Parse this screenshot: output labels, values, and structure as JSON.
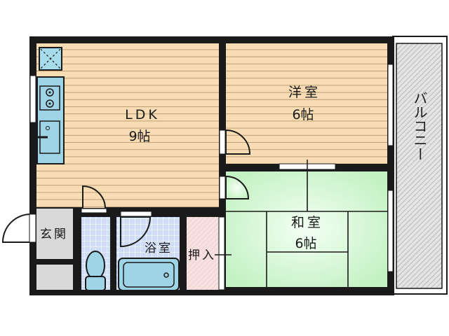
{
  "colors": {
    "wall": "#1a1a1a",
    "wood_floor": "#f7dcb4",
    "wood_lines": "#b89a70",
    "tatami": "#c9f5c9",
    "tatami_light": "#eafcea",
    "tile": "#cfdcf6",
    "tile_lines": "#ffffff",
    "fixture_blue": "#9fd3e6",
    "genkan_gray": "#d9d9d9",
    "closet_pink": "#f5dcdc",
    "balcony_gray": "#d6d6d6"
  },
  "rooms": {
    "ldk": {
      "name": "LDK",
      "size": "9帖"
    },
    "western": {
      "name": "洋室",
      "size": "6帖"
    },
    "japanese": {
      "name": "和室",
      "size": "6帖"
    },
    "entrance": {
      "name": "玄関"
    },
    "bath": {
      "name": "浴室"
    },
    "closet": {
      "name": "押入"
    },
    "balcony": {
      "name": "バルコニー"
    }
  }
}
